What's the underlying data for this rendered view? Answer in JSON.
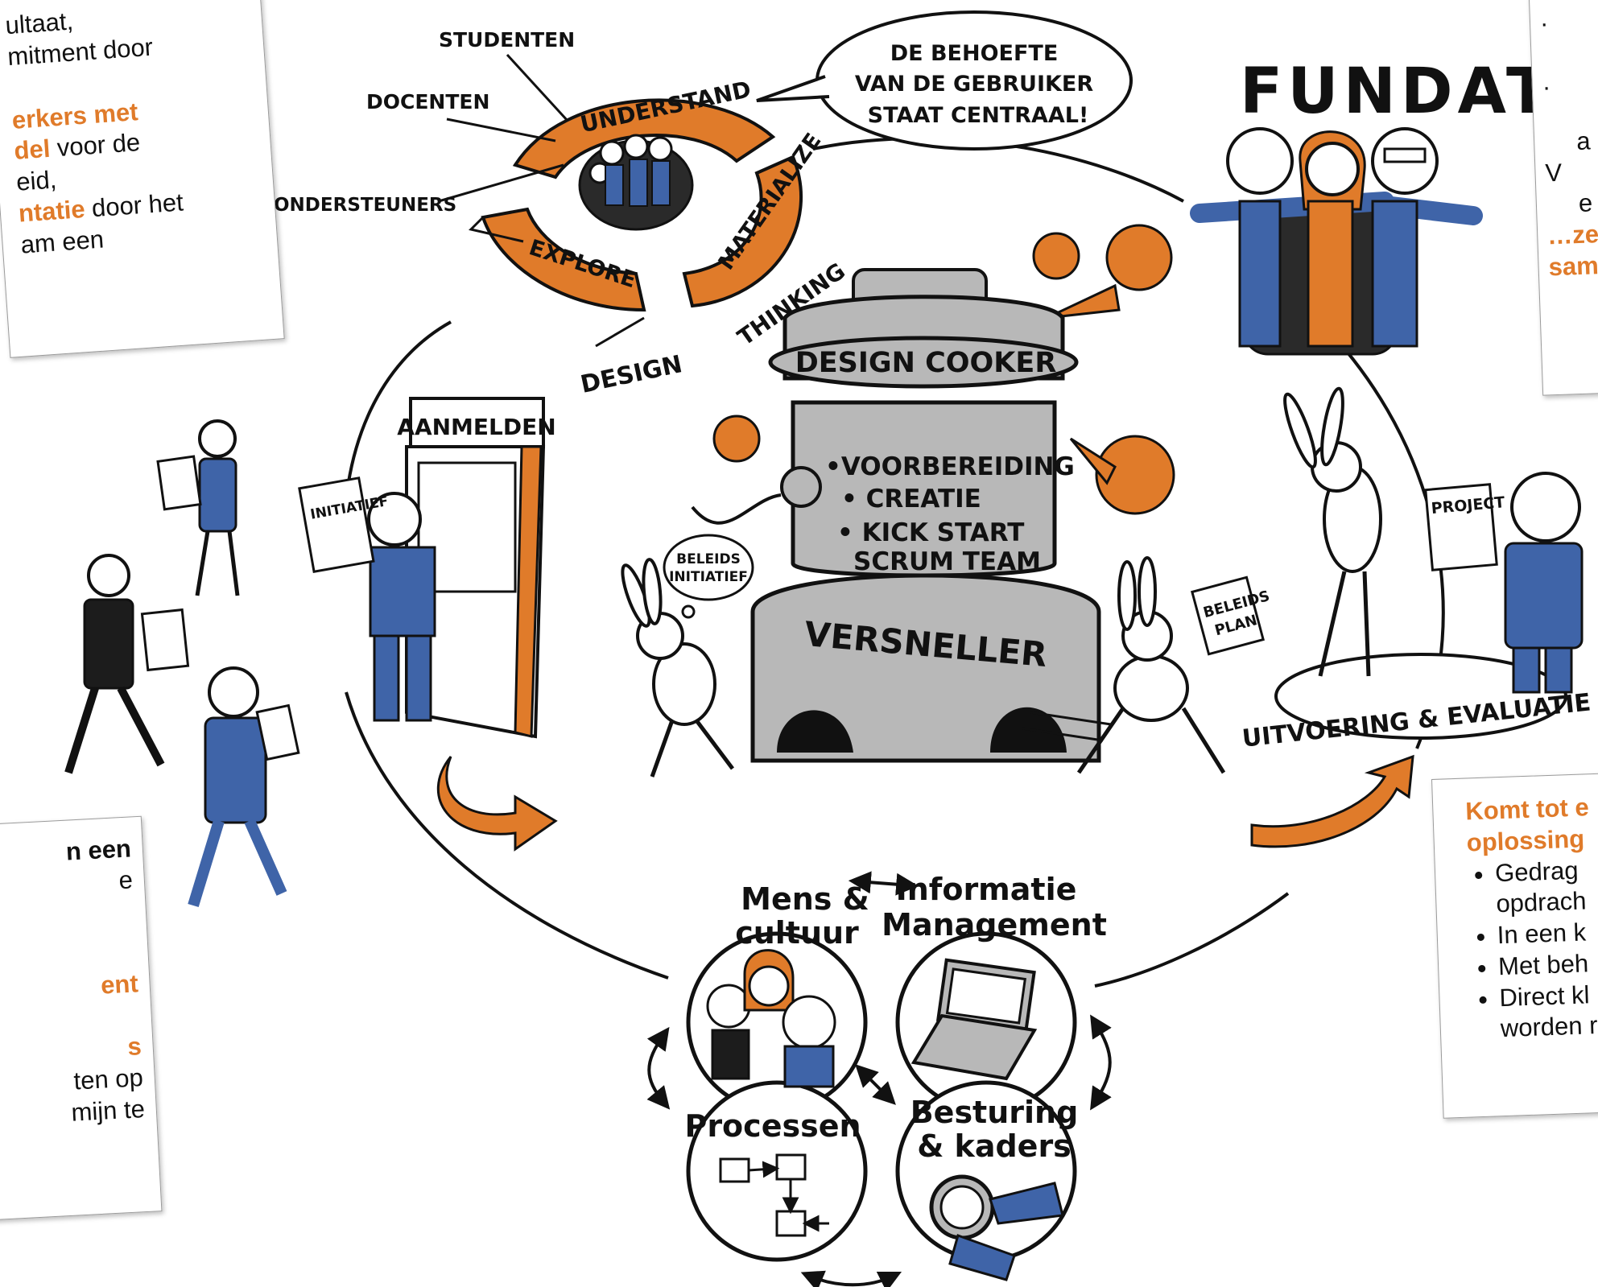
{
  "colors": {
    "accent": "#e07b2a",
    "blue": "#3f64a8",
    "grey": "#b8b8b8",
    "ink": "#111111"
  },
  "design_thinking": {
    "stakeholders": [
      "STUDENTEN",
      "DOCENTEN",
      "ONDERSTEUNERS"
    ],
    "phases": [
      "UNDERSTAND",
      "MATERIALIZE",
      "EXPLORE"
    ],
    "label_design": "DESIGN",
    "label_thinking": "THINKING"
  },
  "speech_bubble": {
    "line1": "DE BEHOEFTE",
    "line2": "VAN DE GEBRUIKER",
    "line3": "STAAT CENTRAAL!"
  },
  "brand": "FUNDATIS",
  "cooker": {
    "lid_label": "DESIGN COOKER",
    "steps": [
      "•VOORBEREIDING",
      "• CREATIE",
      "• KICK START",
      "SCRUM TEAM"
    ],
    "base_label": "VERSNELLER"
  },
  "booth": {
    "sign": "AANMELDEN",
    "paper": "INITIATIEF"
  },
  "thought_bubble": {
    "line1": "BELEIDS",
    "line2": "INITIATIEF"
  },
  "policy_plan": {
    "line1": "BELEIDS",
    "line2": "PLAN"
  },
  "project_paper": "PROJECT",
  "platform_label": "UITVOERING & EVALUATIE",
  "pillars": {
    "mens": {
      "line1": "Mens &",
      "line2": "cultuur"
    },
    "info": {
      "line1": "Informatie",
      "line2": "Management"
    },
    "proc": {
      "line1": "Processen"
    },
    "best": {
      "line1": "Besturing",
      "line2": "& kaders"
    }
  },
  "notes": {
    "top_left": {
      "l1": "ultaat,",
      "l2": "mitment door",
      "l3": "erkers met",
      "l4a": "del",
      "l4b": " voor de",
      "l5": "eid,",
      "l6a": "ntatie",
      "l6b": " door het",
      "l7": "am een"
    },
    "bottom_left": {
      "l1": "n een",
      "l2": "e",
      "l3": "ent",
      "l4": "s",
      "l5": "ten   op",
      "l6": "mijn    te"
    },
    "top_right": {
      "b1": "·",
      "b2": "·",
      "l3": "a",
      "b4": "V",
      "l5": "e",
      "l6": "…ze",
      "l7": "sam"
    },
    "bottom_right": {
      "head1": "Komt tot e",
      "head2": "oplossing",
      "items": [
        "Gedrag",
        "In een k",
        "Met beh",
        "Direct kl"
      ],
      "cont1": "opdrach",
      "cont4": "worden r"
    }
  }
}
